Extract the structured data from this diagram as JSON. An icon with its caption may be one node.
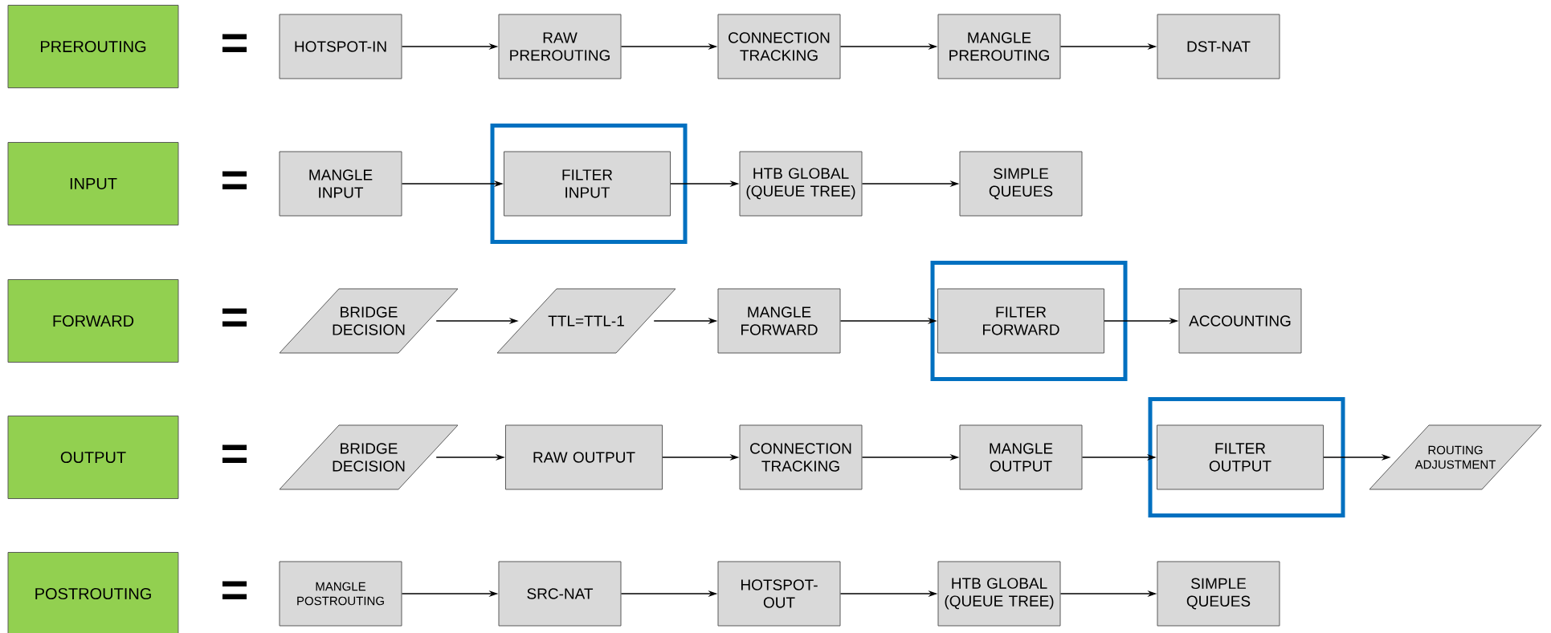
{
  "diagram": {
    "nodes": [
      {
        "text": [
          "PREROUTING"
        ]
      },
      {
        "text": [
          "HOTSPOT-IN"
        ]
      },
      {
        "text": [
          "RAW PREROUTING"
        ]
      },
      {
        "text": [
          "CONNECTION TRACKING"
        ]
      },
      {
        "text": [
          "MANGLE PREROUTING"
        ]
      },
      {
        "text": [
          "DST-NAT"
        ]
      },
      {
        "text": [
          "INPUT"
        ]
      },
      {
        "text": [
          "MANGLE INPUT"
        ]
      },
      {
        "text": [],
        "shape": "box"
      },
      {
        "text": [
          "FILTER INPUT"
        ],
        "in": 8
      },
      {
        "text": [
          "HTB GLOBAL (QUEUE TREE)"
        ]
      },
      {
        "text": [
          "SIMPLE QUEUES"
        ]
      },
      {
        "text": [
          "FORWARD"
        ]
      },
      {
        "text": [
          "BRIDGE DECISION"
        ]
      },
      {
        "text": [
          "TTL=TTL-1"
        ]
      },
      {
        "text": [
          "MANGLE FORWARD"
        ]
      },
      {
        "text": [],
        "shape": "box"
      },
      {
        "text": [
          "FILTER FORWARD"
        ],
        "in": 16
      },
      {
        "text": [
          "ACCOUNTING"
        ]
      },
      {
        "text": [
          "OUTPUT"
        ]
      },
      {
        "text": [
          "BRIDGE DECISION"
        ]
      },
      {
        "text": [
          "RAW OUTPUT"
        ]
      },
      {
        "text": [
          "CONNECTION TRACKING"
        ]
      },
      {
        "text": [
          "MANGLE OUTPUT"
        ]
      },
      {
        "text": [],
        "shape": "box"
      },
      {
        "text": [
          "FILTER OUTPUT"
        ],
        "in": 24
      },
      {
        "text": [
          "ROUTING ADJUSTMENT"
        ]
      },
      {
        "text": [
          "POSTROUTING"
        ]
      },
      {
        "text": [
          "MANGLE POSTROUTING"
        ]
      },
      {
        "text": [
          "SRC-NAT"
        ]
      },
      {
        "text": [
          "HOTSPOT-OUT"
        ]
      },
      {
        "text": [
          "HTB GLOBAL (QUEUE TREE)"
        ]
      },
      {
        "text": [
          "SIMPLE QUEUES"
        ]
      }
    ],
    "edges": [
      {
        "from": 1,
        "to": 2,
        "arrow": "to"
      },
      {
        "from": 2,
        "to": 3,
        "arrow": "to"
      },
      {
        "from": 3,
        "to": 4,
        "arrow": "to"
      },
      {
        "from": 4,
        "to": 5,
        "arrow": "to"
      },
      {
        "from": 7,
        "to": 9,
        "arrow": "to"
      },
      {
        "from": 9,
        "to": 10,
        "arrow": "to"
      },
      {
        "from": 10,
        "to": 11,
        "arrow": "to"
      },
      {
        "from": 13,
        "to": 14,
        "arrow": "to"
      },
      {
        "from": 14,
        "to": 15,
        "arrow": "to"
      },
      {
        "from": 15,
        "to": 17,
        "arrow": "to"
      },
      {
        "from": 17,
        "to": 18,
        "arrow": "to"
      },
      {
        "from": 20,
        "to": 21,
        "arrow": "to"
      },
      {
        "from": 21,
        "to": 22,
        "arrow": "to"
      },
      {
        "from": 22,
        "to": 23,
        "arrow": "to"
      },
      {
        "from": 23,
        "to": 25,
        "arrow": "to"
      },
      {
        "from": 25,
        "to": 26,
        "arrow": "to"
      },
      {
        "from": 28,
        "to": 29,
        "arrow": "to"
      },
      {
        "from": 29,
        "to": 30,
        "arrow": "to"
      },
      {
        "from": 30,
        "to": 31,
        "arrow": "to"
      },
      {
        "from": 31,
        "to": 32,
        "arrow": "to"
      }
    ],
    "labels": [
      "=",
      "=",
      "=",
      "=",
      "="
    ]
  }
}
